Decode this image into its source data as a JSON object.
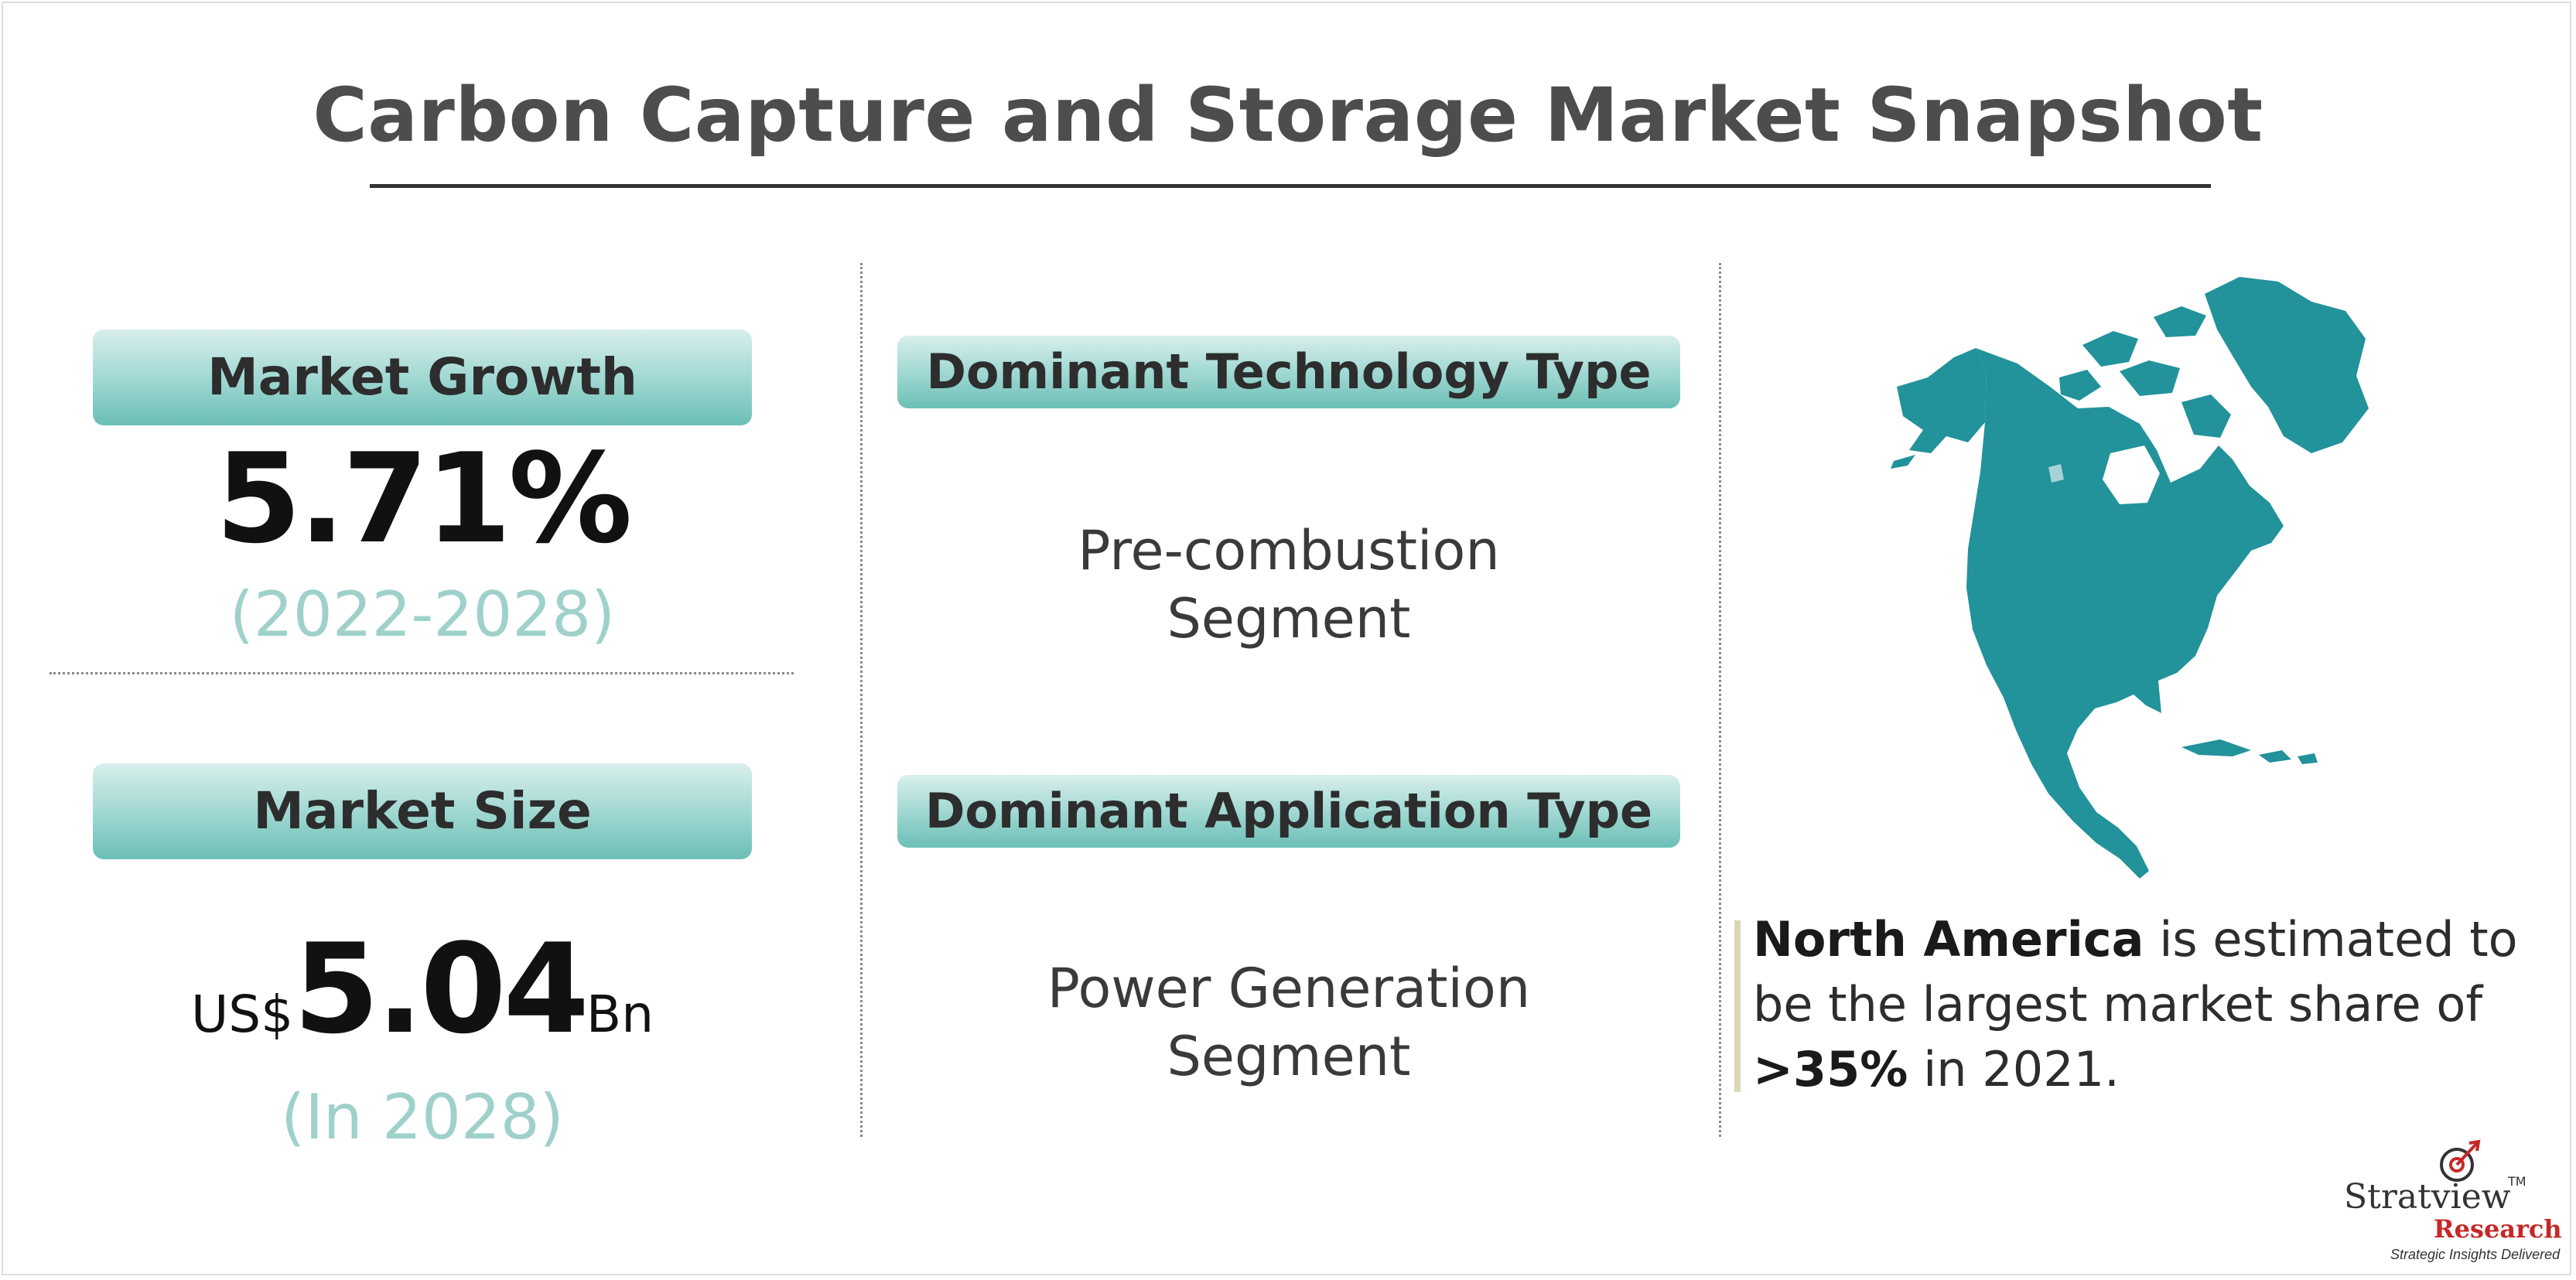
{
  "title": "Carbon Capture and Storage Market Snapshot",
  "market_growth": {
    "label": "Market Growth",
    "value": "5.71%",
    "period": "(2022-2028)"
  },
  "market_size": {
    "label": "Market Size",
    "prefix": "US$",
    "value": "5.04",
    "suffix": "Bn",
    "period": "(In 2028)"
  },
  "technology": {
    "label": "Dominant Technology Type",
    "line1": "Pre-combustion",
    "line2": "Segment"
  },
  "application": {
    "label": "Dominant Application Type",
    "line1": "Power Generation",
    "line2": "Segment"
  },
  "region": {
    "name": "North America",
    "text1": " is estimated to be the largest market share of ",
    "share": ">35%",
    "text2": " in 2021."
  },
  "logo": {
    "name": "Stratview",
    "tm": "TM",
    "sub": "Research",
    "tagline": "Strategic Insights Delivered"
  },
  "colors": {
    "accent_teal": "#6bbfb6",
    "map_teal": "#22929b",
    "period_teal": "#9fd1cb",
    "logo_red": "#c62828"
  },
  "icons": {
    "map": "north-america-map",
    "logo_mark": "target-arrow-icon"
  }
}
